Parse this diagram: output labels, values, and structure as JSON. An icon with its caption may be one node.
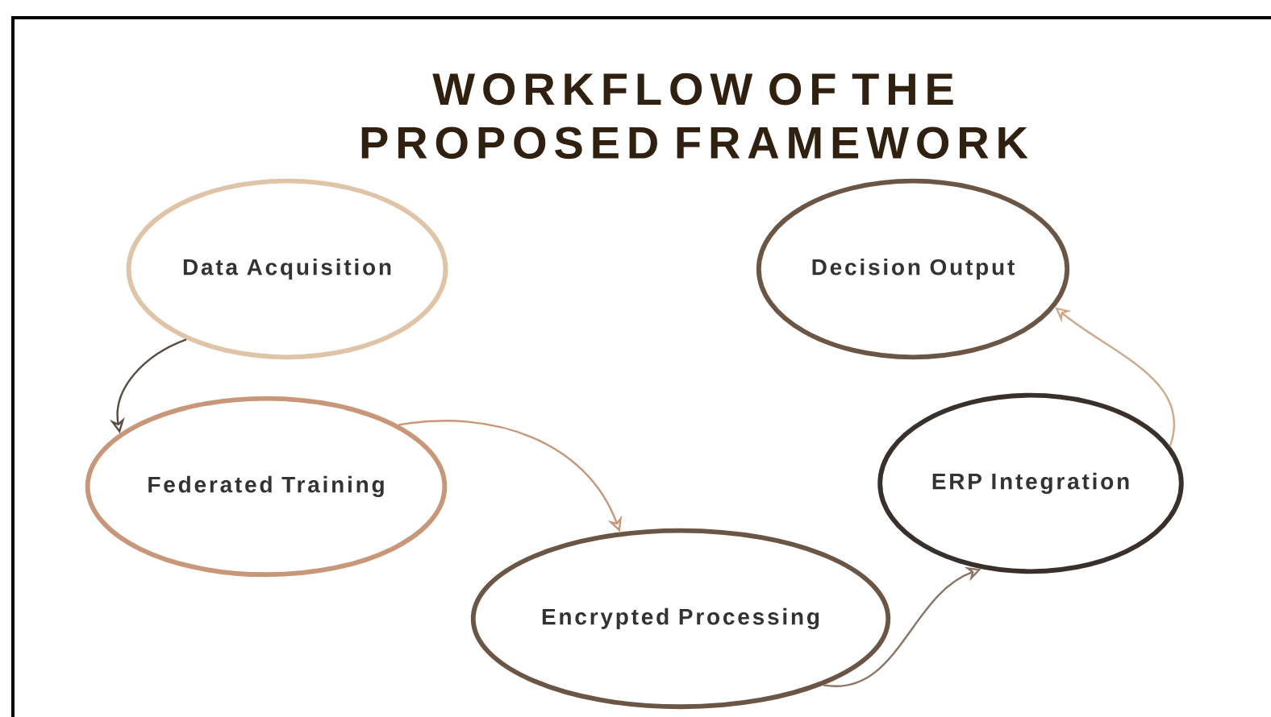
{
  "diagram": {
    "title": "WORKFLOW OF THE PROPOSED FRAMEWORK",
    "nodes": [
      {
        "text": [
          "Data Acquisition"
        ]
      },
      {
        "text": [
          "Decision Output"
        ]
      },
      {
        "text": [
          "Federated Training"
        ]
      },
      {
        "text": [
          "ERP Integration"
        ]
      },
      {
        "text": [
          "Encrypted Processing"
        ]
      }
    ],
    "edges": [
      {
        "from": 0,
        "to": 2,
        "arrow": "to",
        "color": "#5a4a40"
      },
      {
        "from": 2,
        "to": 4,
        "arrow": "to",
        "color": "#c8977a"
      },
      {
        "from": 4,
        "to": 3,
        "arrow": "to",
        "color": "#8a7565"
      },
      {
        "from": 3,
        "to": 1,
        "arrow": "to",
        "color": "#d0a88a"
      }
    ]
  }
}
